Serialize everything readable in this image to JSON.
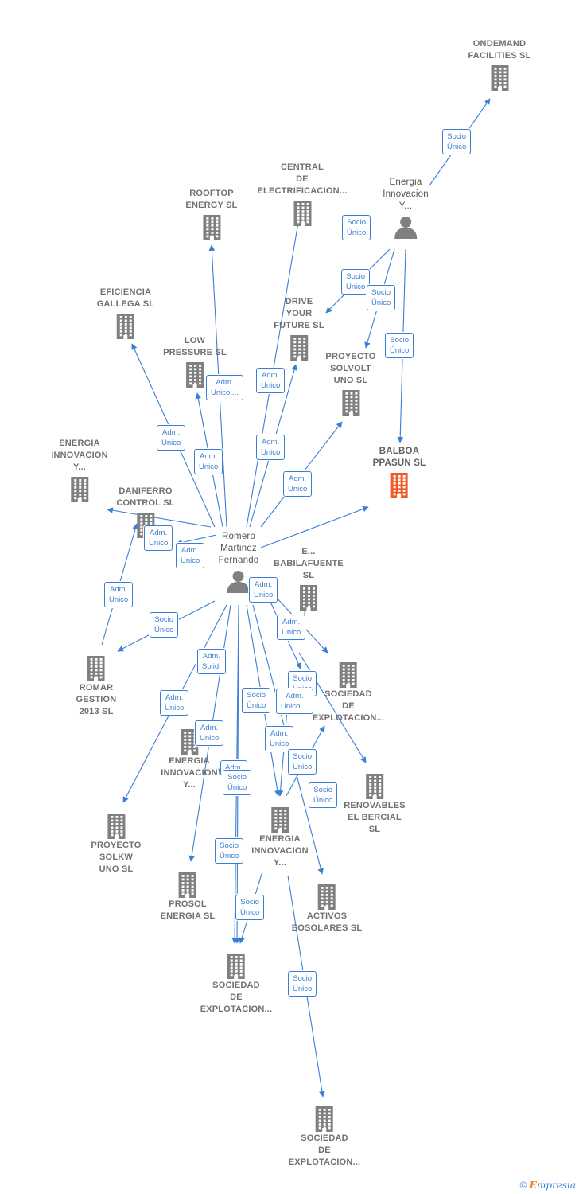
{
  "colors": {
    "edge": "#3a7fd5",
    "building": "#808080",
    "main_building": "#f05a28",
    "person": "#808080"
  },
  "nodes": [
    {
      "id": "ondemand",
      "label": "ONDEMAND\nFACILITIES SL",
      "kind": "company",
      "icon": "building-icon"
    },
    {
      "id": "central",
      "label": "CENTRAL\nDE\nELECTRIFICACION...",
      "kind": "company",
      "icon": "building-icon"
    },
    {
      "id": "rooftop",
      "label": "ROOFTOP\nENERGY SL",
      "kind": "company",
      "icon": "building-icon"
    },
    {
      "id": "energia_top",
      "label": "Energia\nInnovacion\nY...",
      "kind": "person",
      "icon": "person-icon"
    },
    {
      "id": "eficiencia",
      "label": "EFICIENCIA\nGALLEGA SL",
      "kind": "company",
      "icon": "building-icon"
    },
    {
      "id": "drive",
      "label": "DRIVE\nYOUR\nFUTURE SL",
      "kind": "company",
      "icon": "building-icon"
    },
    {
      "id": "low",
      "label": "LOW\nPRESSURE SL",
      "kind": "company",
      "icon": "building-icon"
    },
    {
      "id": "solvolt",
      "label": "PROYECTO\nSOLVOLT\nUNO SL",
      "kind": "company",
      "icon": "building-icon"
    },
    {
      "id": "balboa",
      "label": "BALBOA\nPPASUN SL",
      "kind": "main",
      "icon": "building-icon"
    },
    {
      "id": "energia_left",
      "label": "ENERGIA\nINNOVACION\nY...",
      "kind": "company",
      "icon": "building-icon"
    },
    {
      "id": "daniferro",
      "label": "DANIFERRO\nCONTROL SL",
      "kind": "company",
      "icon": "building-icon"
    },
    {
      "id": "romero",
      "label": "Romero\nMartinez\nFernando",
      "kind": "person",
      "icon": "person-icon"
    },
    {
      "id": "babilafuente",
      "label": "E...\nBABILAFUENTE\nSL",
      "kind": "company",
      "icon": "building-icon"
    },
    {
      "id": "romar",
      "label": "ROMAR\nGESTION\n2013 SL",
      "kind": "company",
      "icon": "building-icon"
    },
    {
      "id": "sociedad1",
      "label": "SOCIEDAD\nDE\nEXPLOTACION...",
      "kind": "company",
      "icon": "building-icon"
    },
    {
      "id": "energia_mid",
      "label": "ENERGIA\nINNOVACION\nY...",
      "kind": "company",
      "icon": "building-icon"
    },
    {
      "id": "renovables",
      "label": "RENOVABLES\nEL BERCIAL\nSL",
      "kind": "company",
      "icon": "building-icon"
    },
    {
      "id": "solkw",
      "label": "PROYECTO\nSOLKW\nUNO SL",
      "kind": "company",
      "icon": "building-icon"
    },
    {
      "id": "energia_center",
      "label": "ENERGIA\nINNOVACION\nY...",
      "kind": "company",
      "icon": "building-icon"
    },
    {
      "id": "prosol",
      "label": "PROSOL\nENERGIA SL",
      "kind": "company",
      "icon": "building-icon"
    },
    {
      "id": "activos",
      "label": "ACTIVOS\nEOSOLARES SL",
      "kind": "company",
      "icon": "building-icon"
    },
    {
      "id": "sociedad2",
      "label": "SOCIEDAD\nDE\nEXPLOTACION...",
      "kind": "company",
      "icon": "building-icon"
    },
    {
      "id": "sociedad3",
      "label": "SOCIEDAD\nDE\nEXPLOTACION...",
      "kind": "company",
      "icon": "building-icon"
    }
  ],
  "edge_labels": [
    "Socio\nÚnico",
    "Socio\nÚnico",
    "Socio\nÚnico",
    "Socio\nÚnico",
    "Socio\nÚnico",
    "Adm.\nUnico,...",
    "Adm.\nUnico",
    "Adm.\nUnico",
    "Adm.\nUnico",
    "Adm.\nUnico",
    "Adm.\nUnico",
    "Adm.\nUnico",
    "Adm.\nUnico",
    "Adm.\nUnico",
    "Socio\nÚnico",
    "Adm.\nUnico",
    "Adm.\nUnico",
    "Adm.\nSolid.",
    "Adm.\nUnico",
    "Adm.\nUnico",
    "Socio\nÚnico",
    "Socio\nÚnico",
    "Adm.\nUnico,...",
    "Adm.\nUnico",
    "Socio\nÚnico",
    "Adm.",
    "Socio\nÚnico",
    "Socio\nÚnico",
    "Socio\nÚnico",
    "Socio\nÚnico",
    "Socio\nÚnico"
  ],
  "footer": {
    "copyright": "©",
    "brand_first": "E",
    "brand_rest": "mpresia"
  }
}
